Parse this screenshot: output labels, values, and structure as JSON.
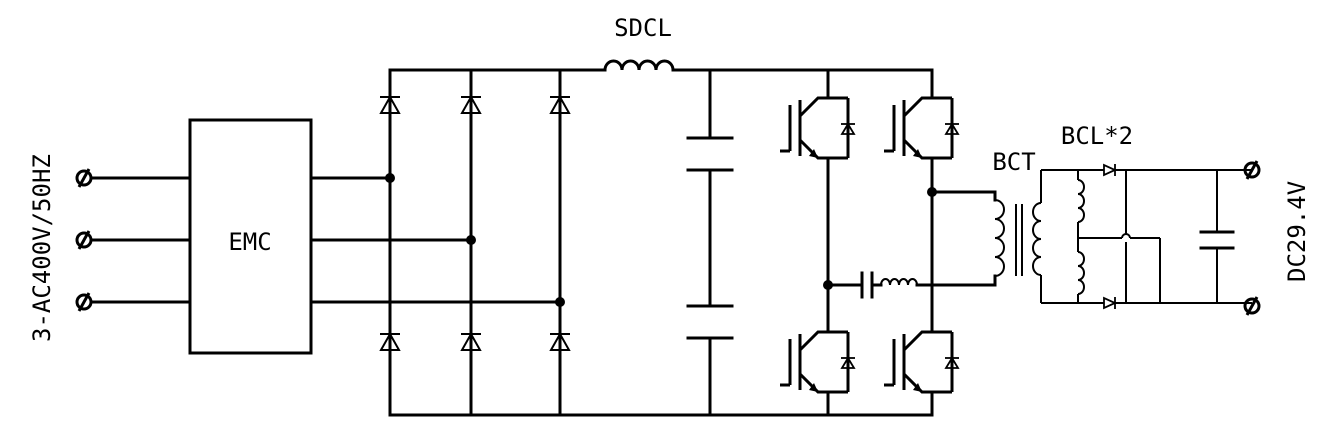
{
  "labels": {
    "input": "3-AC400V/50HZ",
    "emc": "EMC",
    "sdcl": "SDCL",
    "bct": "BCT",
    "bcl": "BCL*2",
    "output": "DC29.4V"
  },
  "colors": {
    "ink": "#000000",
    "background": "#ffffff"
  }
}
